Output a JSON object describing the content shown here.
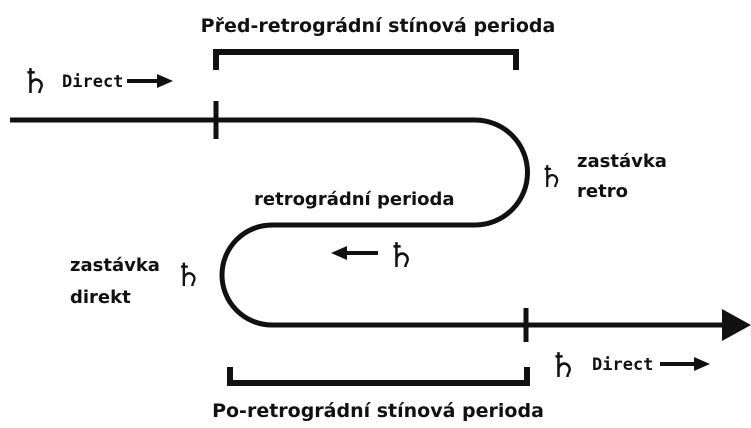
{
  "labels": {
    "pre_shadow": "Před-retrográdní stínová perioda",
    "post_shadow": "Po-retrográdní stínová perioda",
    "retro_period": "retrográdní perioda",
    "station_retro_1": "zastávka",
    "station_retro_2": "retro",
    "station_direct_1": "zastávka",
    "station_direct_2": "direkt",
    "direct_in": "Direct",
    "direct_out": "Direct"
  },
  "saturn_glyph": "♄",
  "colors": {
    "ink": "#111111",
    "background": "#ffffff"
  }
}
